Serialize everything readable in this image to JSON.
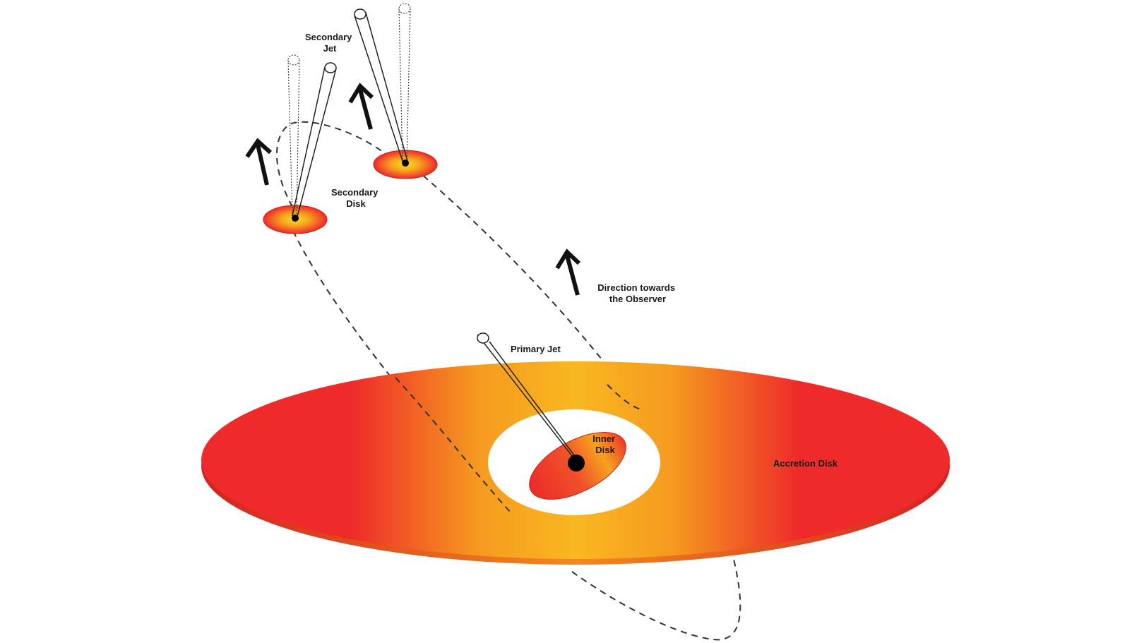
{
  "labels": {
    "secondary_jet_line1": "Secondary",
    "secondary_jet_line2": "Jet",
    "secondary_disk_line1": "Secondary",
    "secondary_disk_line2": "Disk",
    "direction_line1": "Direction towards",
    "direction_line2": "the Observer",
    "primary_jet": "Primary Jet",
    "inner_disk_line1": "Inner",
    "inner_disk_line2": "Disk",
    "accretion_disk": "Accretion Disk"
  },
  "colors": {
    "disk_red": "#ee2a2a",
    "disk_orange": "#f7a21f",
    "disk_yellow": "#f9d020",
    "black_hole": "#000000",
    "ink": "#1a1a1a"
  }
}
